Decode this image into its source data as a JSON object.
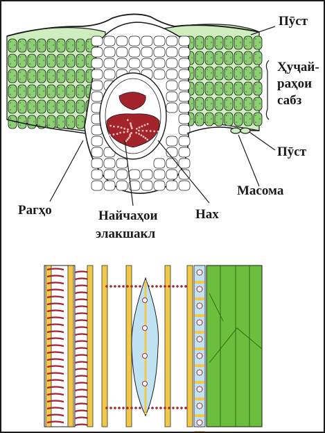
{
  "leaf_section": {
    "labels": {
      "epidermis_top": "Пӯст",
      "mesophyll_line1": "Ҳуҷай-",
      "mesophyll_line2": "раҳои",
      "mesophyll_line3": "сабз",
      "epidermis_bottom": "Пӯст",
      "stoma": "Масома",
      "vein": "Рагҳо",
      "sieve_tubes_line1": "Найчаҳои",
      "sieve_tubes_line2": "элакшакл",
      "vessel": "Нах"
    }
  },
  "colors": {
    "mesophyll_green": "#8ccf74",
    "chloroplast": "#5aa23a",
    "phloem_red": "#a3242a",
    "xylem_yellow": "#f2c84b",
    "sieve_blue": "#bfe3f2",
    "fiber_green": "#6cbf3c",
    "outline": "#1a1a1a"
  }
}
